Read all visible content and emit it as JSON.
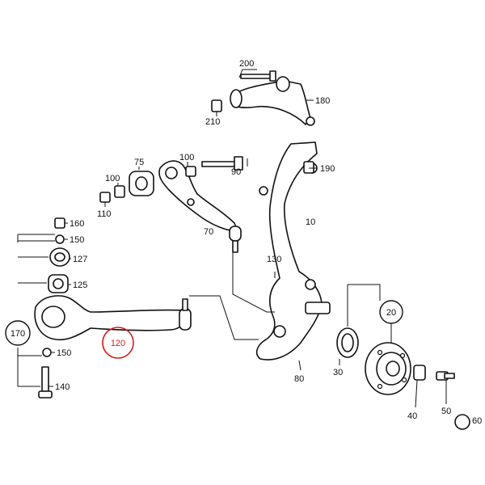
{
  "callouts": {
    "c200": "200",
    "c180": "180",
    "c210": "210",
    "c100a": "100",
    "c90": "90",
    "c190": "190",
    "c75": "75",
    "c100b": "100",
    "c110": "110",
    "c160": "160",
    "c150a": "150",
    "c127": "127",
    "c125": "125",
    "c70": "70",
    "c10": "10",
    "c130": "130",
    "c170": "170",
    "c120": "120",
    "c150b": "150",
    "c140": "140",
    "c20": "20",
    "c30": "30",
    "c80": "80",
    "c40": "40",
    "c50": "50",
    "c60": "60"
  },
  "colors": {
    "line": "#111111",
    "highlight": "#d81b1b"
  }
}
